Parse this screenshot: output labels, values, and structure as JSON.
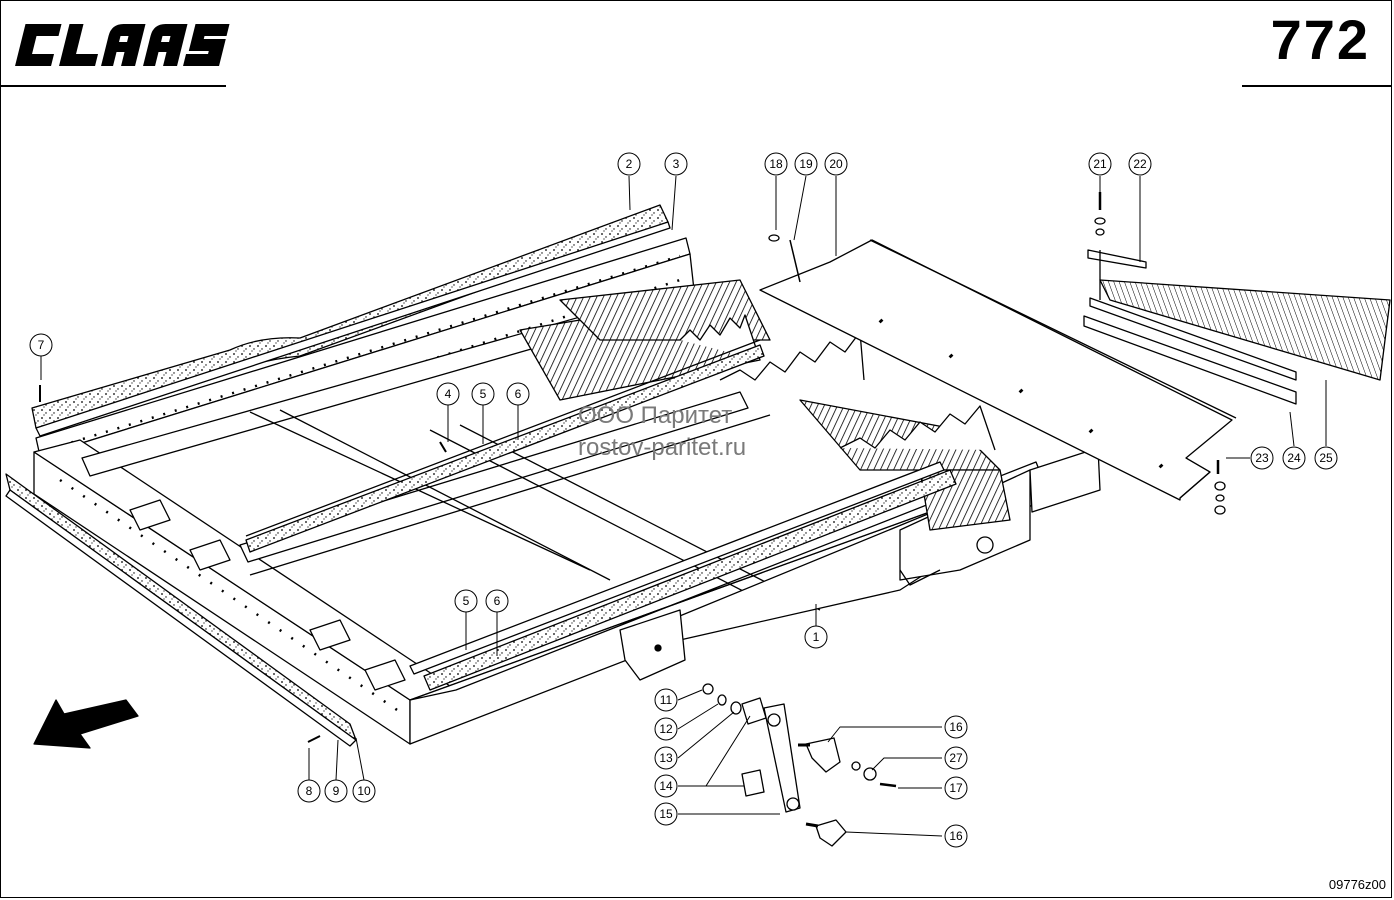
{
  "header": {
    "brand": "CLAAS",
    "page_number": "772"
  },
  "watermark": {
    "line1": "ООО Паритет",
    "line2": "rostov-paritet.ru"
  },
  "footer": {
    "drawing_code": "09776z00"
  },
  "callouts": [
    "1",
    "2",
    "3",
    "4",
    "5",
    "5",
    "6",
    "6",
    "7",
    "8",
    "9",
    "10",
    "11",
    "12",
    "13",
    "14",
    "15",
    "16",
    "16",
    "17",
    "18",
    "19",
    "20",
    "21",
    "22",
    "23",
    "24",
    "25",
    "27"
  ],
  "icons": {
    "direction_arrow": "arrow-down-left-icon"
  }
}
